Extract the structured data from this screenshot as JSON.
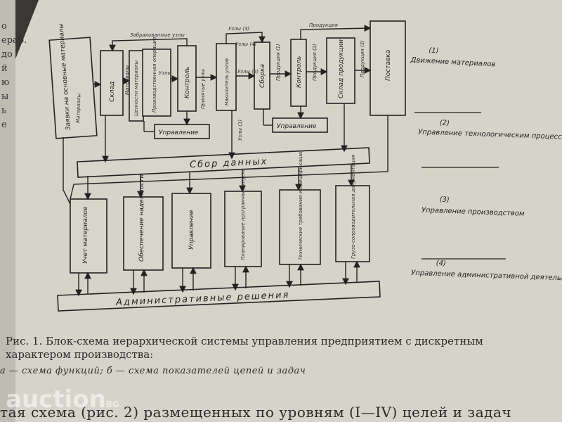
{
  "left_strip": [
    "о",
    "ерар.",
    "до",
    "й",
    "ю",
    "ы",
    "ь",
    "е"
  ],
  "diagram": {
    "top_boxes": [
      "Заявки на основные материалы",
      "Склад",
      "Ценности материалы",
      "Производственная операция",
      "Контроль",
      "Накопитель узлов",
      "Сборка",
      "Контроль",
      "Склад продукции",
      "Поставка"
    ],
    "control_boxes": [
      "Управление",
      "Управление"
    ],
    "data_bar": "Сбор данных",
    "bottom_boxes": [
      "Учет материалов",
      "Обеспечение надежности",
      "Управление",
      "Планирование программы выпуска",
      "Технические требования и спецификации",
      "Грузо-сопроводительная документация"
    ],
    "admin_bar": "Административные решения",
    "flow_labels": [
      "Материалы",
      "Забракованные узлы",
      "Узлы (3)",
      "Продукция",
      "Узлы",
      "Принятые узлы",
      "Узлы (2)",
      "Узлы (1)",
      "Продукция (1)",
      "Продукция (2)",
      "Продукция (3)",
      "Узлы (4)",
      "Материалы"
    ],
    "levels": [
      {
        "num": "(1)",
        "text": "Движение материалов"
      },
      {
        "num": "(2)",
        "text": "Управление технологическим процессом"
      },
      {
        "num": "(3)",
        "text": "Управление производством"
      },
      {
        "num": "(4)",
        "text": "Управление административной деятельностью"
      }
    ]
  },
  "caption": {
    "title": "Рис. 1. Блок-схема иерархической системы управления предприятием с дискретным характером производства:",
    "legend": "а — схема функций; б — схема показателей цепей и задач"
  },
  "bottom_text": "тая схема (рис. 2) размещенных по уровням (I—IV) целей и задач",
  "watermark": {
    "main": "auction",
    "suffix": "BG"
  }
}
